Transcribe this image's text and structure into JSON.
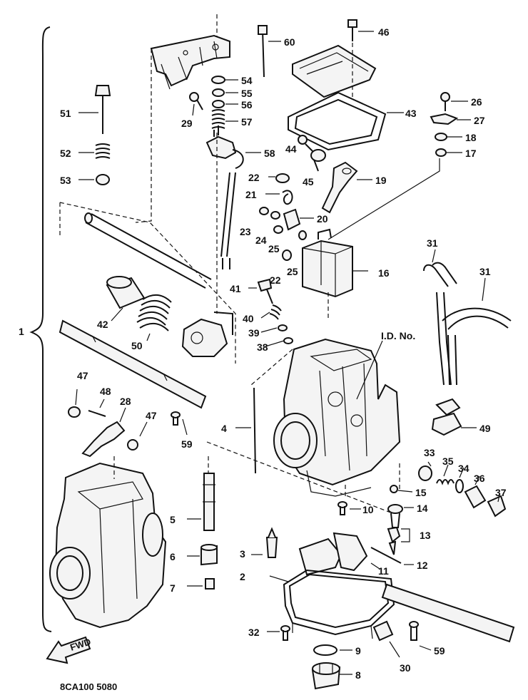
{
  "labels": {
    "l1": "1",
    "l2": "2",
    "l3": "3",
    "l4": "4",
    "l5": "5",
    "l6": "6",
    "l7": "7",
    "l8": "8",
    "l9": "9",
    "l10": "10",
    "l11": "11",
    "l12": "12",
    "l13": "13",
    "l14": "14",
    "l15": "15",
    "l16": "16",
    "l17": "17",
    "l18": "18",
    "l19": "19",
    "l20": "20",
    "l21": "21",
    "l22a": "22",
    "l22b": "22",
    "l23": "23",
    "l24": "24",
    "l25a": "25",
    "l25b": "25",
    "l26": "26",
    "l27": "27",
    "l28": "28",
    "l29": "29",
    "l30": "30",
    "l31a": "31",
    "l31b": "31",
    "l32": "32",
    "l33": "33",
    "l34": "34",
    "l35": "35",
    "l36": "36",
    "l37": "37",
    "l38": "38",
    "l39": "39",
    "l40": "40",
    "l41": "41",
    "l42": "42",
    "l43": "43",
    "l44": "44",
    "l45": "45",
    "l46": "46",
    "l47a": "47",
    "l47b": "47",
    "l48": "48",
    "l49": "49",
    "l50": "50",
    "l51": "51",
    "l52": "52",
    "l53": "53",
    "l54": "54",
    "l55": "55",
    "l56": "56",
    "l57": "57",
    "l58": "58",
    "l59a": "59",
    "l59b": "59",
    "l60": "60"
  },
  "id_label": "I.D. No.",
  "front_arrow": "FWD",
  "drawing_code": "8CA100 5080"
}
